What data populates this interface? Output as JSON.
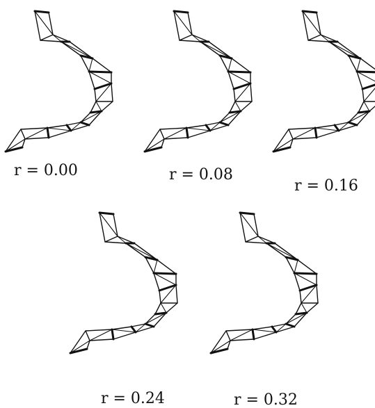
{
  "panels": [
    {
      "label": "r = 0.00",
      "r": "0.00"
    },
    {
      "label": "r = 0.08",
      "r": "0.08"
    },
    {
      "label": "r = 0.16",
      "r": "0.16"
    },
    {
      "label": "r = 0.24",
      "r": "0.24"
    },
    {
      "label": "r = 0.32",
      "r": "0.32"
    }
  ],
  "colors": {
    "ink": "#111111",
    "background": "#ffffff"
  }
}
